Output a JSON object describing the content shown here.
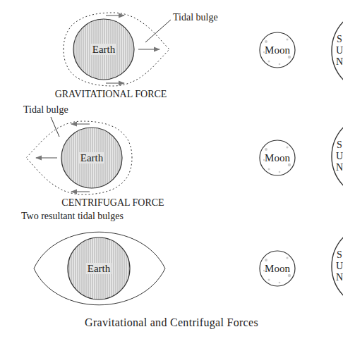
{
  "diagram": {
    "caption": "Gravitational and Centrifugal Forces",
    "nodes": [
      {
        "text": [
          "Earth"
        ]
      },
      {
        "text": [
          "Moon"
        ]
      },
      {
        "text": [
          "SUN"
        ]
      },
      {
        "text": [
          "Earth"
        ]
      },
      {
        "text": [
          "Moon"
        ]
      },
      {
        "text": [
          "SUN"
        ]
      },
      {
        "text": [
          "Earth"
        ]
      },
      {
        "text": [
          "Moon"
        ]
      },
      {
        "text": [
          "SUN"
        ]
      }
    ],
    "labels": [
      "Tidal bulge",
      "GRAVITATIONAL FORCE",
      "Tidal bulge",
      "CENTRIFUGAL FORCE",
      "Two resultant tidal bulges"
    ]
  }
}
